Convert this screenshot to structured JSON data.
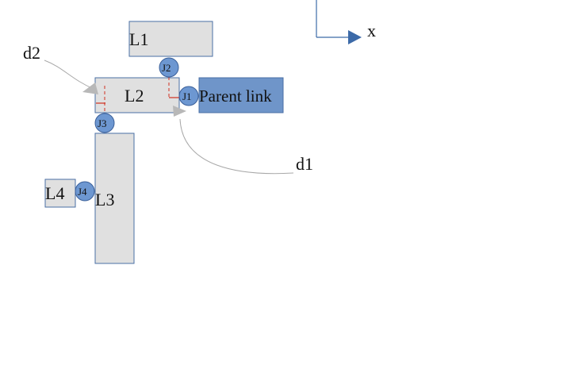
{
  "diagram": {
    "links": {
      "l1": "L1",
      "l2": "L2",
      "l3": "L3",
      "l4": "L4",
      "parent": "Parent link"
    },
    "joints": {
      "j1": "J1",
      "j2": "J2",
      "j3": "J3",
      "j4": "J4"
    },
    "annotations": {
      "d1": "d1",
      "d2": "d2"
    },
    "axis": {
      "x_label": "x"
    },
    "colors": {
      "link_fill": "#e0e0e0",
      "link_stroke": "#4a6fa5",
      "parent_fill": "#6f95c9",
      "joint_fill": "#6d97d1",
      "joint_stroke": "#3a5f99",
      "axis_color": "#3c6aa8",
      "offset_dash": "#d03020",
      "leader": "#a8a8a8"
    }
  }
}
